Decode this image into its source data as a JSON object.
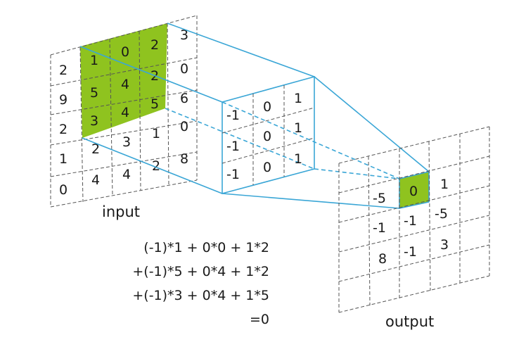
{
  "input": {
    "label": "input",
    "grid": [
      [
        "2",
        "1",
        "0",
        "2",
        "3"
      ],
      [
        "9",
        "5",
        "4",
        "2",
        "0"
      ],
      [
        "2",
        "3",
        "4",
        "5",
        "6"
      ],
      [
        "1",
        "2",
        "3",
        "1",
        "0"
      ],
      [
        "0",
        "4",
        "4",
        "2",
        "8"
      ]
    ],
    "highlight_color": "#8fc31f"
  },
  "kernel": {
    "grid": [
      [
        "-1",
        "0",
        "1"
      ],
      [
        "-1",
        "0",
        "1"
      ],
      [
        "-1",
        "0",
        "1"
      ]
    ],
    "border_color": "#3aa6d6"
  },
  "output": {
    "label": "output",
    "grid": [
      [
        "",
        "",
        "",
        ""
      ],
      [
        "-5",
        "0",
        "1",
        ""
      ],
      [
        "-1",
        "-1",
        "-5",
        ""
      ],
      [
        "8",
        "-1",
        "3",
        ""
      ],
      [
        "",
        "",
        "",
        ""
      ]
    ],
    "highlight_color": "#8fc31f"
  },
  "formula": {
    "lines": [
      "(-1)*1 +  0*0 + 1*2",
      "+(-1)*5 +  0*4 + 1*2",
      "+(-1)*3 +  0*4 + 1*5",
      "=0"
    ]
  }
}
